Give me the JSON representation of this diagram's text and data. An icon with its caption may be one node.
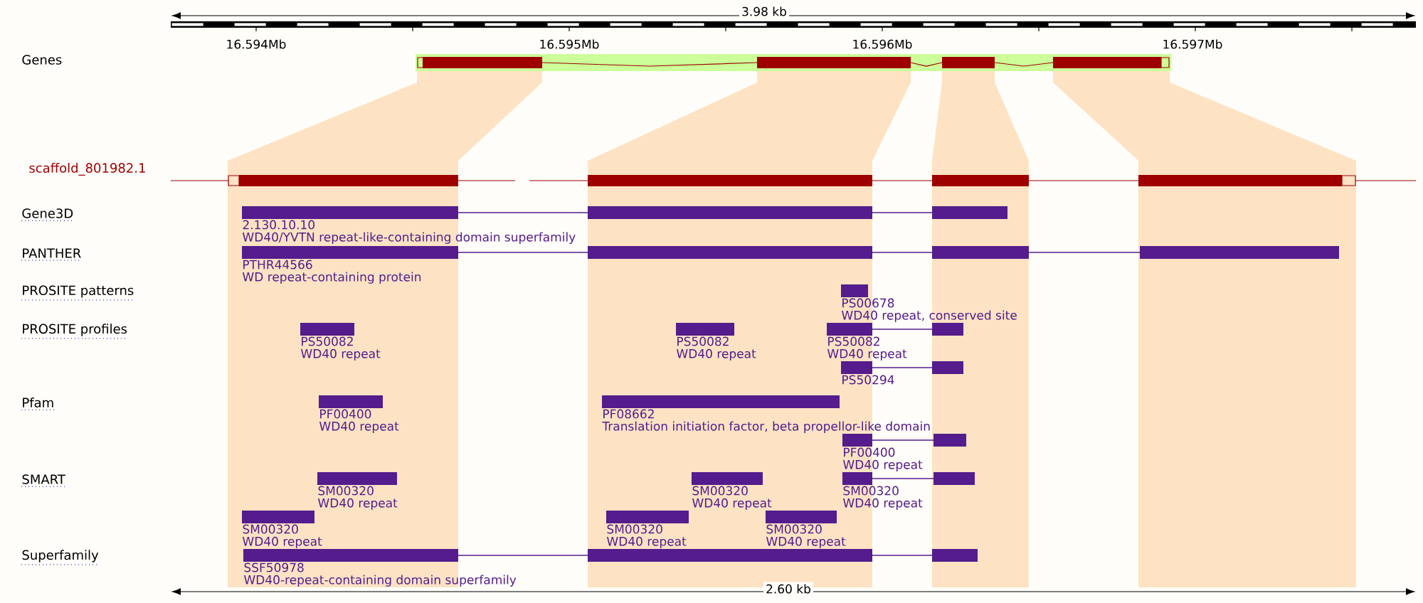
{
  "diagram": {
    "nodes": [
      {
        "text": [
          "2.130.10.10",
          "WD40/YVTN repeat-like-containing domain superfamily"
        ]
      },
      {
        "text": [
          "PTHR44566",
          "WD repeat-containing protein"
        ]
      },
      {
        "text": [
          "PS00678",
          "WD40 repeat, conserved site"
        ]
      },
      {
        "text": [
          "PS50082",
          "WD40 repeat"
        ]
      },
      {
        "text": [
          "PS50082",
          "WD40 repeat"
        ]
      },
      {
        "text": [
          "PS50082",
          "WD40 repeat"
        ]
      },
      {
        "text": [
          "PS50294"
        ]
      },
      {
        "text": [
          "PF00400",
          "WD40 repeat"
        ]
      },
      {
        "text": [
          "PF08662",
          "Translation initiation factor, beta propellor-like domain"
        ]
      },
      {
        "text": [
          "PF00400",
          "WD40 repeat"
        ]
      },
      {
        "text": [
          "SM00320",
          "WD40 repeat"
        ]
      },
      {
        "text": [
          "SM00320",
          "WD40 repeat"
        ]
      },
      {
        "text": [
          "SM00320",
          "WD40 repeat"
        ]
      },
      {
        "text": [
          "SM00320",
          "WD40 repeat"
        ]
      },
      {
        "text": [
          "SM00320",
          "WD40 repeat"
        ]
      },
      {
        "text": [
          "SM00320",
          "WD40 repeat"
        ]
      },
      {
        "text": [
          "SSF50978",
          "WD40-repeat-containing domain superfamily"
        ]
      }
    ],
    "labels": [
      "3.98 kb",
      "16.594Mb",
      "16.595Mb",
      "16.596Mb",
      "16.597Mb",
      "Genes",
      "scaffold_801982.1",
      "Gene3D",
      "PANTHER",
      "PROSITE patterns",
      "PROSITE profiles",
      "Pfam",
      "SMART",
      "Superfamily",
      "2.60 kb"
    ]
  }
}
